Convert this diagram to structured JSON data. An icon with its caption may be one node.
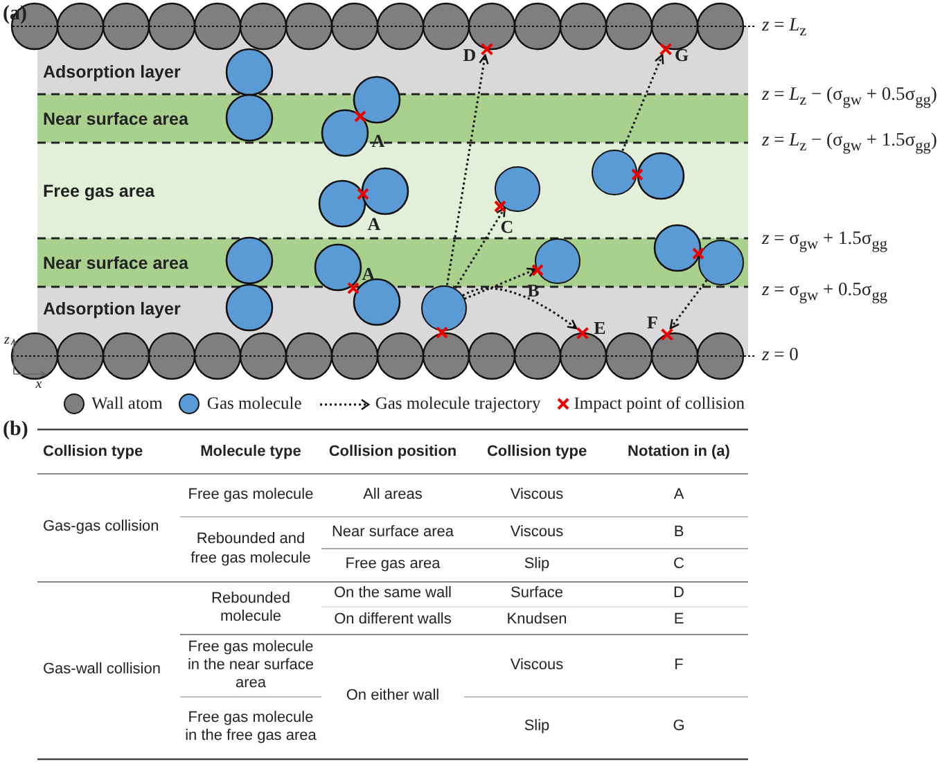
{
  "diagram": {
    "nodes": [
      {
        "text": [],
        "shape": "cross"
      },
      {
        "text": [],
        "shape": "cross"
      },
      {
        "text": [],
        "shape": "circle"
      },
      {
        "text": [],
        "shape": "circle"
      },
      {
        "text": [],
        "shape": "circle"
      },
      {
        "text": [],
        "shape": "circle"
      },
      {
        "text": [],
        "shape": "circle"
      },
      {
        "text": [],
        "shape": "cross"
      },
      {
        "text": [],
        "shape": "cross"
      }
    ],
    "edges": [
      {
        "from": 6,
        "to": 0,
        "arrow": "to"
      },
      {
        "from": 6,
        "to": 3,
        "arrow": "to"
      },
      {
        "from": 6,
        "to": 4,
        "arrow": "to"
      },
      {
        "from": 6,
        "to": 7,
        "arrow": "to"
      },
      {
        "from": 2,
        "to": 1,
        "arrow": "to"
      },
      {
        "from": 5,
        "to": 8,
        "arrow": "to"
      }
    ],
    "labels": [
      "(a)",
      "Adsorption layer",
      "Near surface area",
      "Free gas area",
      "Near surface area",
      "Adsorption layer",
      "*z* = *L*$_{z}$",
      "*z* = *L*$_{z}$ − (σ$_{gw}$ + 0.5σ$_{gg}$)",
      "*z* = *L*$_{z}$ − (σ$_{gw}$ + 1.5σ$_{gg}$)",
      "*z* = σ$_{gw}$ + 1.5σ$_{gg}$",
      "*z* = σ$_{gw}$ + 0.5σ$_{gg}$",
      "*z* = 0",
      "D",
      "G",
      "A",
      "A",
      "C",
      "A",
      "B",
      "F",
      "E",
      "z",
      "x",
      "(b)",
      "Collision type",
      "Molecule type",
      "Collision position",
      "Collision type",
      "Notation in (a)",
      "Gas-gas collision",
      "Free gas molecule",
      "All areas",
      "Viscous",
      "A",
      "Rebounded and free gas molecule",
      "Near surface area",
      "Viscous",
      "B",
      "Free gas area",
      "Slip",
      "C",
      "Gas-wall collision",
      "Rebounded molecule",
      "On the same wall",
      "Surface",
      "D",
      "On different walls",
      "Knudsen",
      "E",
      "Free gas molecule in the near surface area",
      "On either wall",
      "Viscous",
      "F",
      "Free gas molecule in the free gas area",
      "Slip",
      "G"
    ],
    "legend": [
      {
        "text": "Wall atom",
        "color": "#7f7f7f"
      },
      {
        "text": "Gas molecule",
        "color": "#5b9bd5"
      },
      {
        "text": "Gas molecule trajectory"
      },
      {
        "text": "Impact point of collision"
      }
    ]
  }
}
